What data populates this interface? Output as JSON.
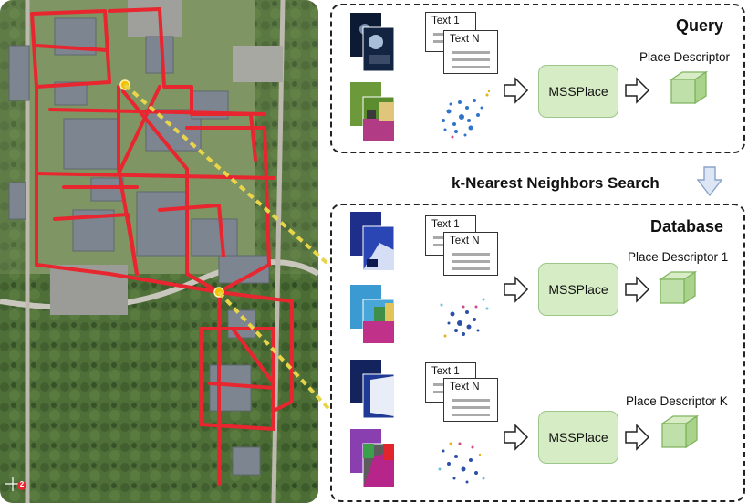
{
  "query": {
    "title": "Query",
    "text_first": "Text 1",
    "text_last": "Text N",
    "model": "MSSPlace",
    "descriptor": "Place Descriptor"
  },
  "search_label": "k-Nearest Neighbors Search",
  "database": {
    "title": "Database",
    "entries": [
      {
        "text_first": "Text 1",
        "text_last": "Text N",
        "model": "MSSPlace",
        "descriptor": "Place Descriptor 1"
      },
      {
        "text_first": "Text 1",
        "text_last": "Text N",
        "model": "MSSPlace",
        "descriptor": "Place Descriptor K"
      }
    ]
  },
  "map": {
    "badge": "2"
  },
  "colors": {
    "route": "#e8262f",
    "marker": "#f2c200",
    "connector": "#e9d54a",
    "model_fill": "#d5ecc4",
    "descriptor_fill": "#bfe0a8"
  }
}
